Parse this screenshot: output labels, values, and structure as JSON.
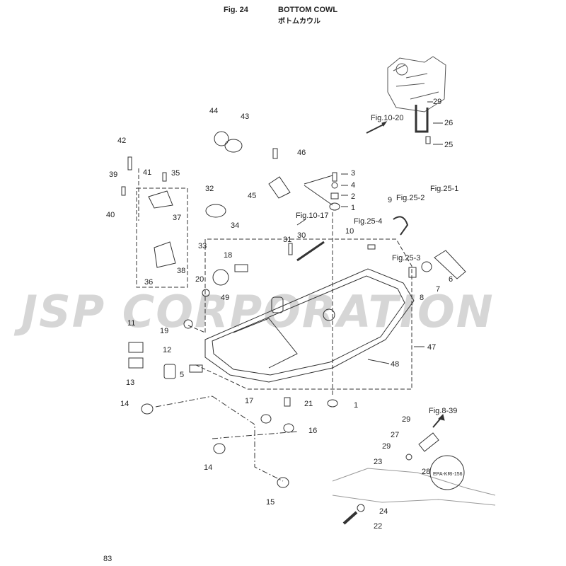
{
  "header": {
    "figure_number": "Fig. 24",
    "title_en": "BOTTOM COWL",
    "title_jp": "ボトムカウル"
  },
  "page_number": "83",
  "watermark": "JSP CORPORATION",
  "stamp_text": "EPA-KRI-156",
  "cross_references": {
    "fig_10_20": "Fig.10-20",
    "fig_10_17": "Fig.10-17",
    "fig_25_1": "Fig.25-1",
    "fig_25_2": "Fig.25-2",
    "fig_25_3": "Fig.25-3",
    "fig_25_4": "Fig.25-4",
    "fig_8_39": "Fig.8-39"
  },
  "callouts": {
    "c1a": "1",
    "c1b": "1",
    "c2": "2",
    "c3": "3",
    "c4": "4",
    "c5": "5",
    "c6": "6",
    "c7": "7",
    "c8": "8",
    "c9": "9",
    "c10": "10",
    "c11": "11",
    "c12": "12",
    "c13": "13",
    "c14a": "14",
    "c14b": "14",
    "c15": "15",
    "c16": "16",
    "c17": "17",
    "c18": "18",
    "c19": "19",
    "c20": "20",
    "c21": "21",
    "c22": "22",
    "c23": "23",
    "c24": "24",
    "c25": "25",
    "c26": "26",
    "c27": "27",
    "c28": "28",
    "c29a": "29",
    "c29b": "29",
    "c29c": "29",
    "c30": "30",
    "c31": "31",
    "c32": "32",
    "c33": "33",
    "c34": "34",
    "c35": "35",
    "c36": "36",
    "c37": "37",
    "c38": "38",
    "c39": "39",
    "c40": "40",
    "c41": "41",
    "c42": "42",
    "c43": "43",
    "c44": "44",
    "c45": "45",
    "c46": "46",
    "c47": "47",
    "c48": "48",
    "c49": "49"
  }
}
